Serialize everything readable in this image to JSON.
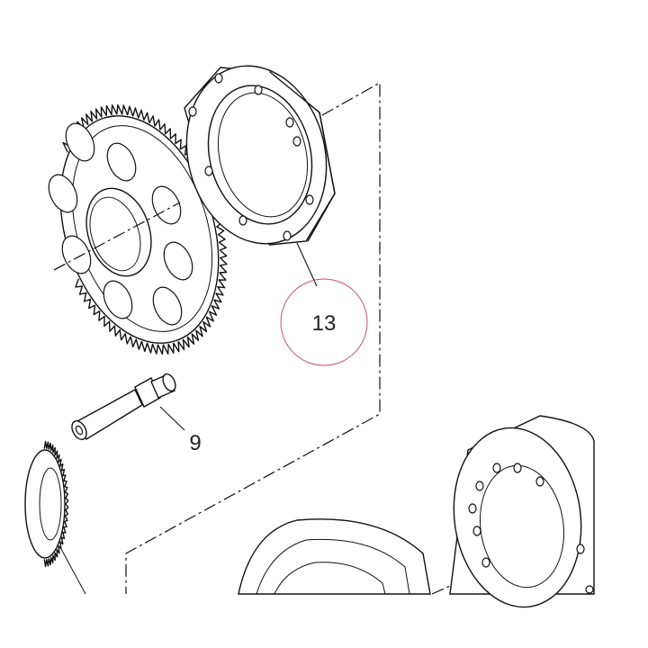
{
  "callouts": [
    {
      "id": "part-13",
      "label": "13",
      "highlighted": true
    },
    {
      "id": "part-9",
      "label": "9",
      "highlighted": false
    }
  ],
  "colors": {
    "line": "#111111",
    "highlight_circle": "#c8506a",
    "background": "#ffffff"
  }
}
